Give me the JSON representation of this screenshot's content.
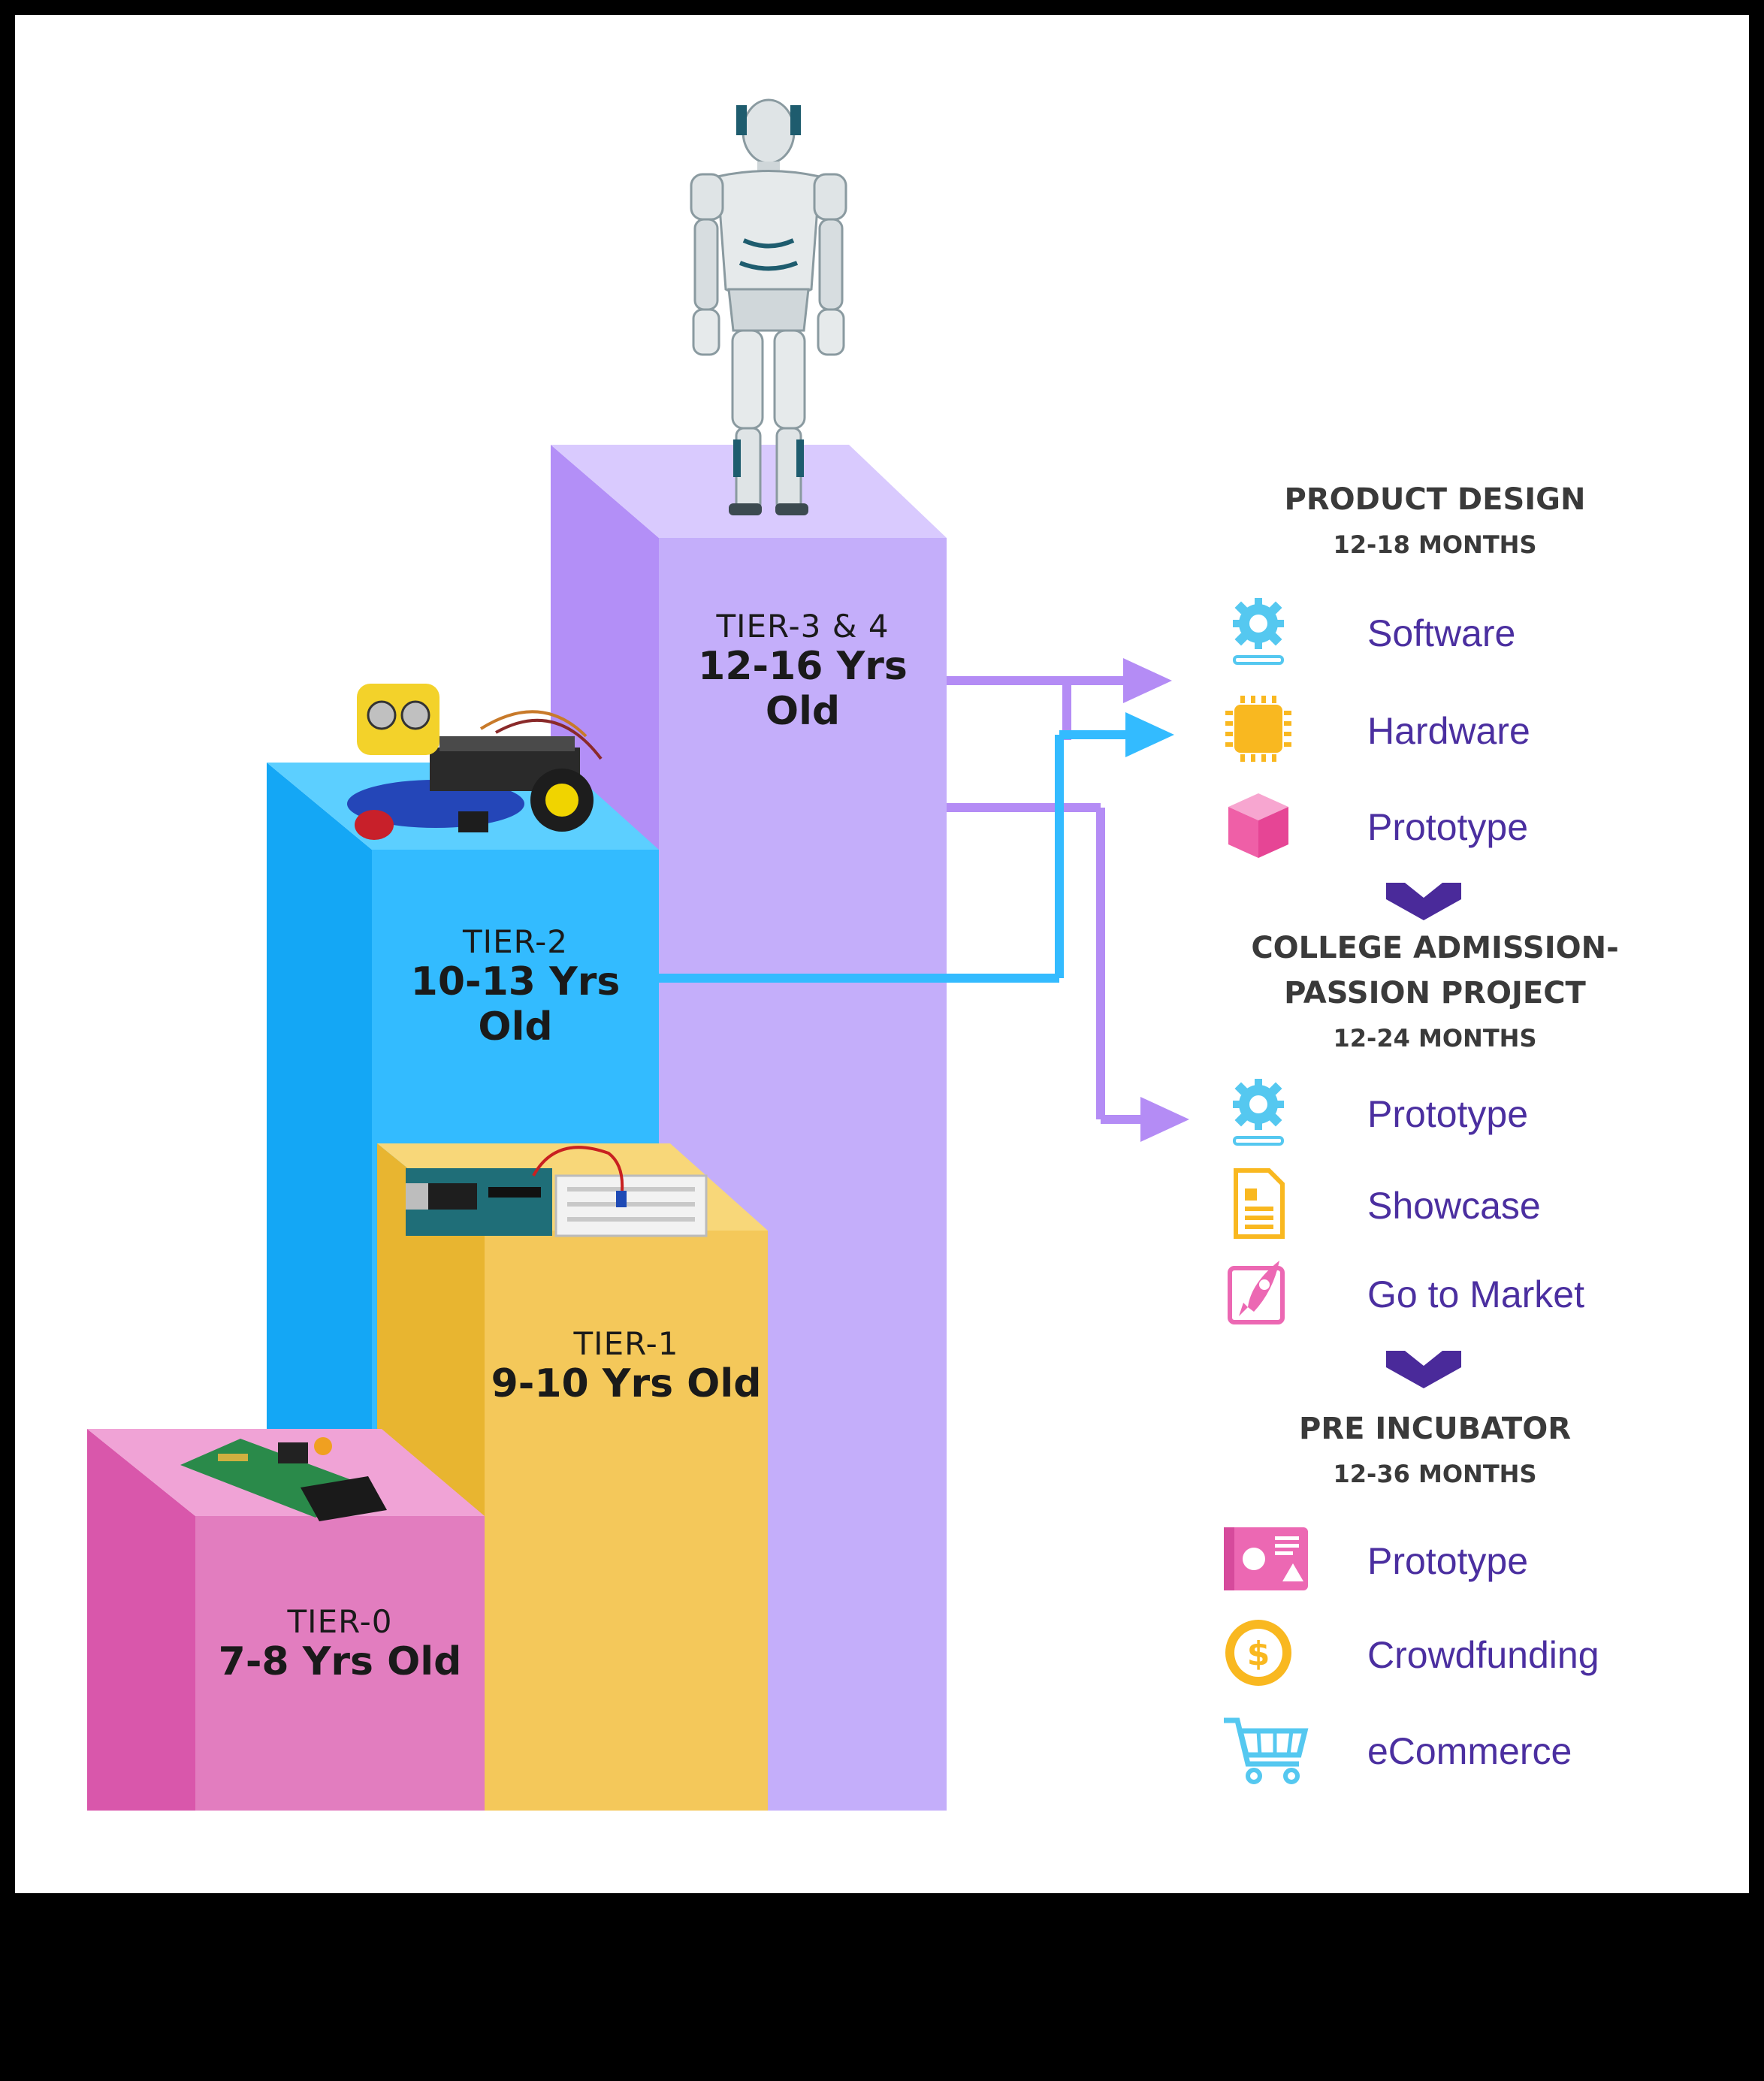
{
  "tiers": [
    {
      "name": "TIER-0",
      "age": "7-8 Yrs Old",
      "color": "#e27dbf"
    },
    {
      "name": "TIER-1",
      "age": "9-10 Yrs Old",
      "color": "#f4c85a"
    },
    {
      "name": "TIER-2",
      "age": "10-13 Yrs Old",
      "color": "#33bbff"
    },
    {
      "name": "TIER-3 & 4",
      "age": "12-16 Yrs Old",
      "color": "#c4aefa"
    }
  ],
  "sections": [
    {
      "title": "PRODUCT DESIGN",
      "duration": "12-18 MONTHS",
      "items": [
        {
          "label": "Software",
          "icon": "gear-icon"
        },
        {
          "label": "Hardware",
          "icon": "chip-icon"
        },
        {
          "label": "Prototype",
          "icon": "cube-icon"
        }
      ]
    },
    {
      "title_line1": "COLLEGE ADMISSION-",
      "title_line2": "PASSION PROJECT",
      "duration": "12-24 MONTHS",
      "items": [
        {
          "label": "Prototype",
          "icon": "gear-icon"
        },
        {
          "label": "Showcase",
          "icon": "document-icon"
        },
        {
          "label": "Go to Market",
          "icon": "rocket-icon"
        }
      ]
    },
    {
      "title": "PRE INCUBATOR",
      "duration": "12-36 MONTHS",
      "items": [
        {
          "label": "Prototype",
          "icon": "blueprint-icon"
        },
        {
          "label": "Crowdfunding",
          "icon": "dollar-coin-icon"
        },
        {
          "label": "eCommerce",
          "icon": "shopping-cart-icon"
        }
      ]
    }
  ],
  "colors": {
    "purple_arrow": "#b48cf5",
    "blue_arrow": "#33bbff",
    "section_text": "#3a3a3a",
    "item_text": "#4b2fa0",
    "chevron": "#4a2a9a"
  }
}
